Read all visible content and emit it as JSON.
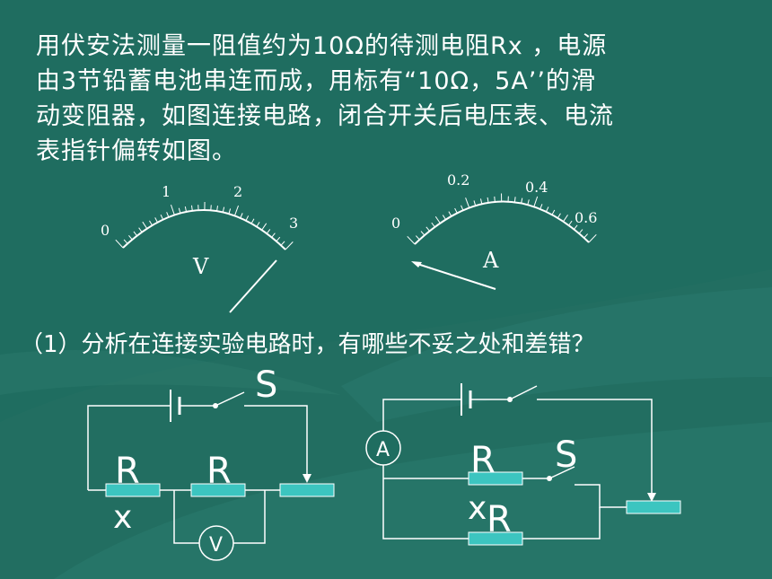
{
  "problem": {
    "line1": "用伏安法测量一阻值约为10Ω的待测电阻Rx ，电源",
    "line2": "由3节铅蓄电池串连而成，用标有“10Ω，5A’’的滑",
    "line3": "动变阻器，如图连接电路，闭合开关后电压表、电流",
    "line4": "表指针偏转如图。"
  },
  "voltmeter": {
    "symbol": "V",
    "ticks": [
      "0",
      "1",
      "2",
      "3"
    ]
  },
  "ammeter": {
    "symbol": "A",
    "ticks": [
      "0",
      "0.2",
      "0.4",
      "0.6"
    ]
  },
  "question": {
    "text": "（1）分析在连接实验电路时，有哪些不妥之处和差错？"
  },
  "circuit_left": {
    "switch_label": "S",
    "resistor1_label_a": "R",
    "resistor1_label_b": "x",
    "resistor2_label": "R",
    "meter_symbol": "V"
  },
  "circuit_right": {
    "meter_symbol": "A",
    "resistor_label_top": "R",
    "switch_label": "S",
    "resistor_label_x": "x",
    "resistor_label_bottom": "R"
  },
  "colors": {
    "background": "#1f6d60",
    "resistor_fill": "#3cc5c0",
    "text": "#ffffff"
  }
}
